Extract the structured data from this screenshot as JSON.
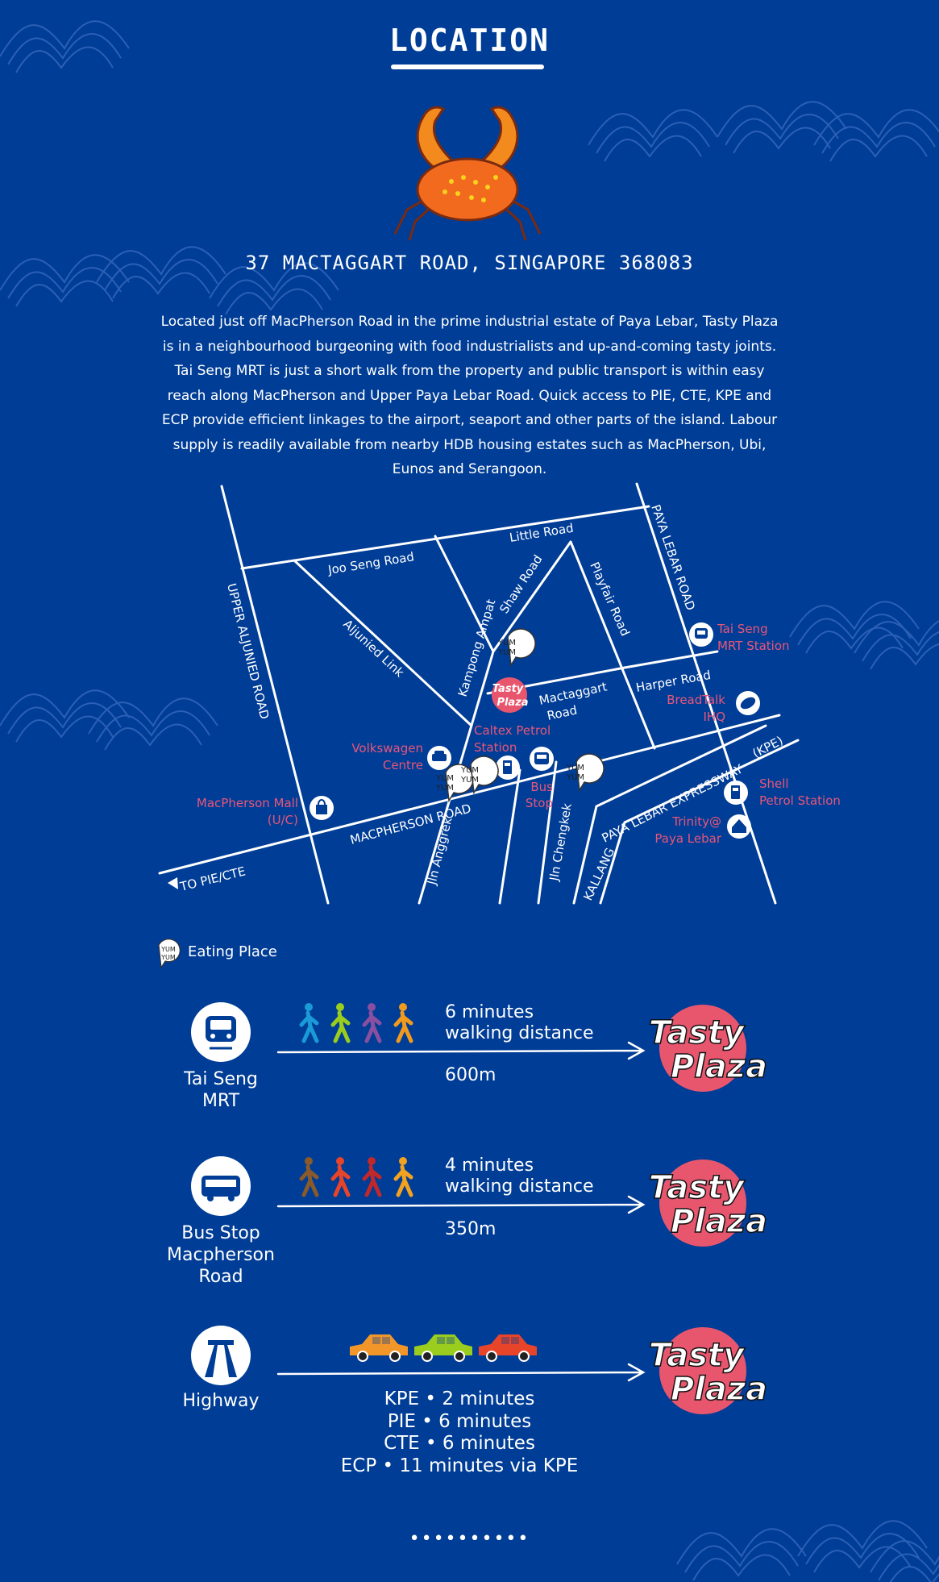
{
  "title": "LOCATION",
  "address": "37 MACTAGGART ROAD, SINGAPORE 368083",
  "description": "Located just off MacPherson Road in the prime industrial estate of Paya Lebar, Tasty Plaza is in a neighbourhood burgeoning with food  industrialists and up-and-coming tasty joints. Tai Seng MRT is just  a short walk from the property and public transport is within easy reach along MacPherson and Upper Paya Lebar Road. Quick access to PIE, CTE, KPE and ECP provide efficient linkages to the airport, seaport and other parts of the island. Labour supply is readily available from nearby HDB housing estates such  as MacPherson, Ubi, Eunos and Serangoon.",
  "map": {
    "roads": {
      "joo_seng": "Joo Seng Road",
      "little": "Little Road",
      "paya_lebar": "PAYA LEBAR ROAD",
      "shaw": "Shaw Road",
      "playfair": "Playfair Road",
      "aljunied_link": "Aljunied Link",
      "upper_aljunied": "UPPER ALJUNIED ROAD",
      "kampong_ampat": "Kampong Ampat",
      "mactaggart_1": "Mactaggart",
      "mactaggart_2": "Road",
      "harper": "Harper Road",
      "macpherson_road": "MACPHERSON ROAD",
      "jln_anggrek": "Jln Anggrek",
      "jln_chengkek": "Jln Chengkek",
      "kallang": "KALLANG PAYA LEBAR EXPRESSWAY",
      "kpe": "(KPE)",
      "to_pie_cte": "TO PIE/CTE"
    },
    "places": {
      "tai_seng_1": "Tai Seng",
      "tai_seng_2": "MRT Station",
      "breadtalk_1": "BreadTalk",
      "breadtalk_2": "IHQ",
      "caltex_1": "Caltex Petrol",
      "caltex_2": "Station",
      "volkswagen_1": "Volkswagen",
      "volkswagen_2": "Centre",
      "macpherson_mall_1": "MacPherson Mall",
      "macpherson_mall_2": "(U/C)",
      "bus_stop_1": "Bus",
      "bus_stop_2": "Stop",
      "shell_1": "Shell",
      "shell_2": "Petrol Station",
      "trinity_1": "Trinity@",
      "trinity_2": "Paya Lebar"
    },
    "marker_text_1": "YUM",
    "marker_text_2": "YUM",
    "logo_1": "Tasty",
    "logo_2": "Plaza"
  },
  "legend": {
    "label": "Eating Place"
  },
  "routes": [
    {
      "label": [
        "Tai Seng",
        "MRT"
      ],
      "time_1": "6 minutes",
      "time_2": "walking distance",
      "distance": "600m",
      "walker_colors": [
        "#1a9ad6",
        "#9acd1e",
        "#8a4fa0",
        "#f29a1e"
      ]
    },
    {
      "label": [
        "Bus Stop",
        "Macpherson",
        "Road"
      ],
      "time_1": "4 minutes",
      "time_2": "walking distance",
      "distance": "350m",
      "walker_colors": [
        "#8a5a2a",
        "#e8442a",
        "#c0282a",
        "#f2a21e"
      ]
    },
    {
      "label": [
        "Highway"
      ],
      "times": [
        "KPE • 2 minutes",
        "PIE • 6 minutes",
        "CTE • 6 minutes",
        "ECP • 11 minutes via KPE"
      ],
      "car_colors": [
        "#f2962a",
        "#9acd1e",
        "#e8442a"
      ]
    }
  ],
  "logo": {
    "line_1": "Tasty",
    "line_2": "Plaza",
    "color": "#e8566e"
  },
  "footer_dots": "••••••••••"
}
